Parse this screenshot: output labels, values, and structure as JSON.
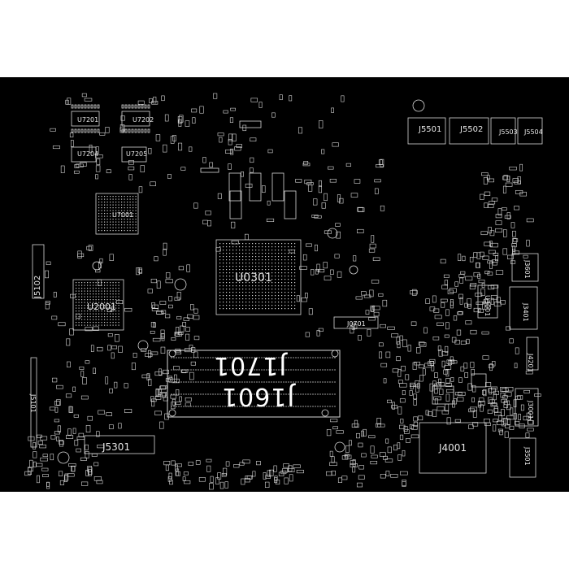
{
  "board": {
    "background": "#000000",
    "silkscreen_color": "#e6e6e6",
    "components": {
      "u0301": "U0301",
      "u2001": "U2001",
      "u7001": "U7001",
      "j1701": "J1701",
      "j1601": "J1601",
      "j5102": "J5102",
      "j5301": "J5301",
      "j5101": "J5101",
      "j4001": "J4001",
      "j5501": "J5501",
      "j5502": "J5502",
      "j5503": "J5503",
      "j5504": "J5504",
      "j3601": "J3601",
      "j3401": "J3401",
      "j3501": "J3501",
      "j3001": "J3001",
      "j0701": "J0701",
      "u3001": "U3001",
      "j4201": "J4201",
      "u7201": "U7201",
      "u7202": "U7202",
      "u7204": "U7204",
      "u7205": "U7205"
    }
  }
}
